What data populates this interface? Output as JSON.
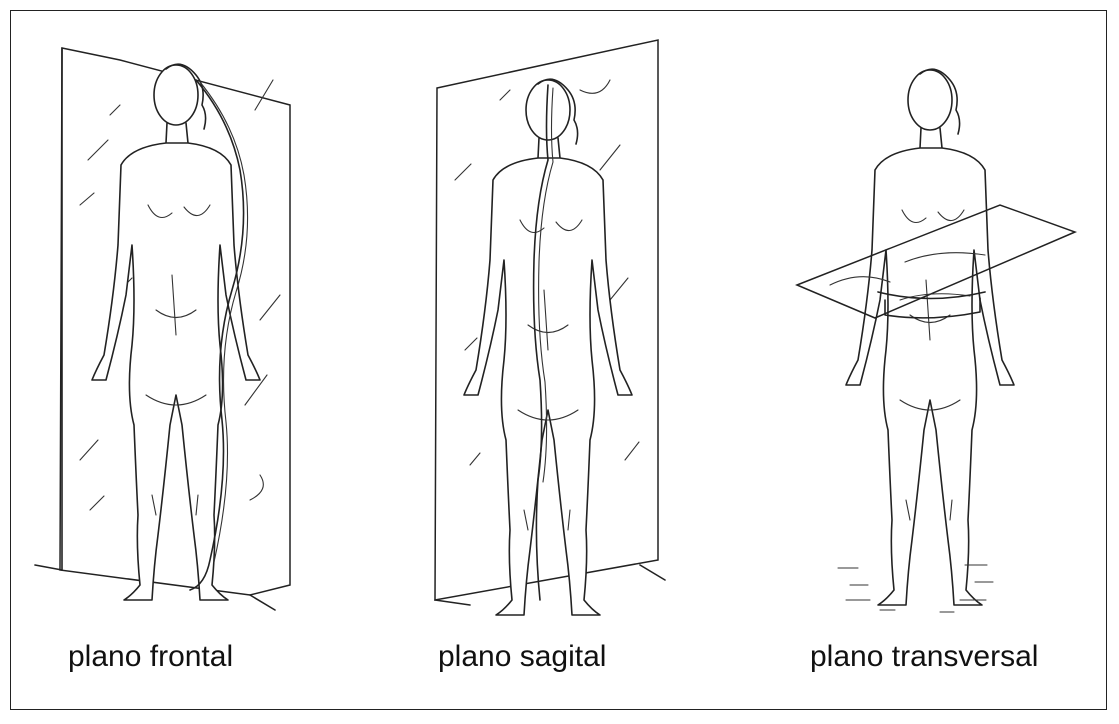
{
  "figures": [
    {
      "id": "frontal",
      "label": "plano frontal"
    },
    {
      "id": "sagittal",
      "label": "plano sagital"
    },
    {
      "id": "transverse",
      "label": "plano transversal"
    }
  ],
  "colors": {
    "line": "#222222",
    "background": "#ffffff"
  }
}
